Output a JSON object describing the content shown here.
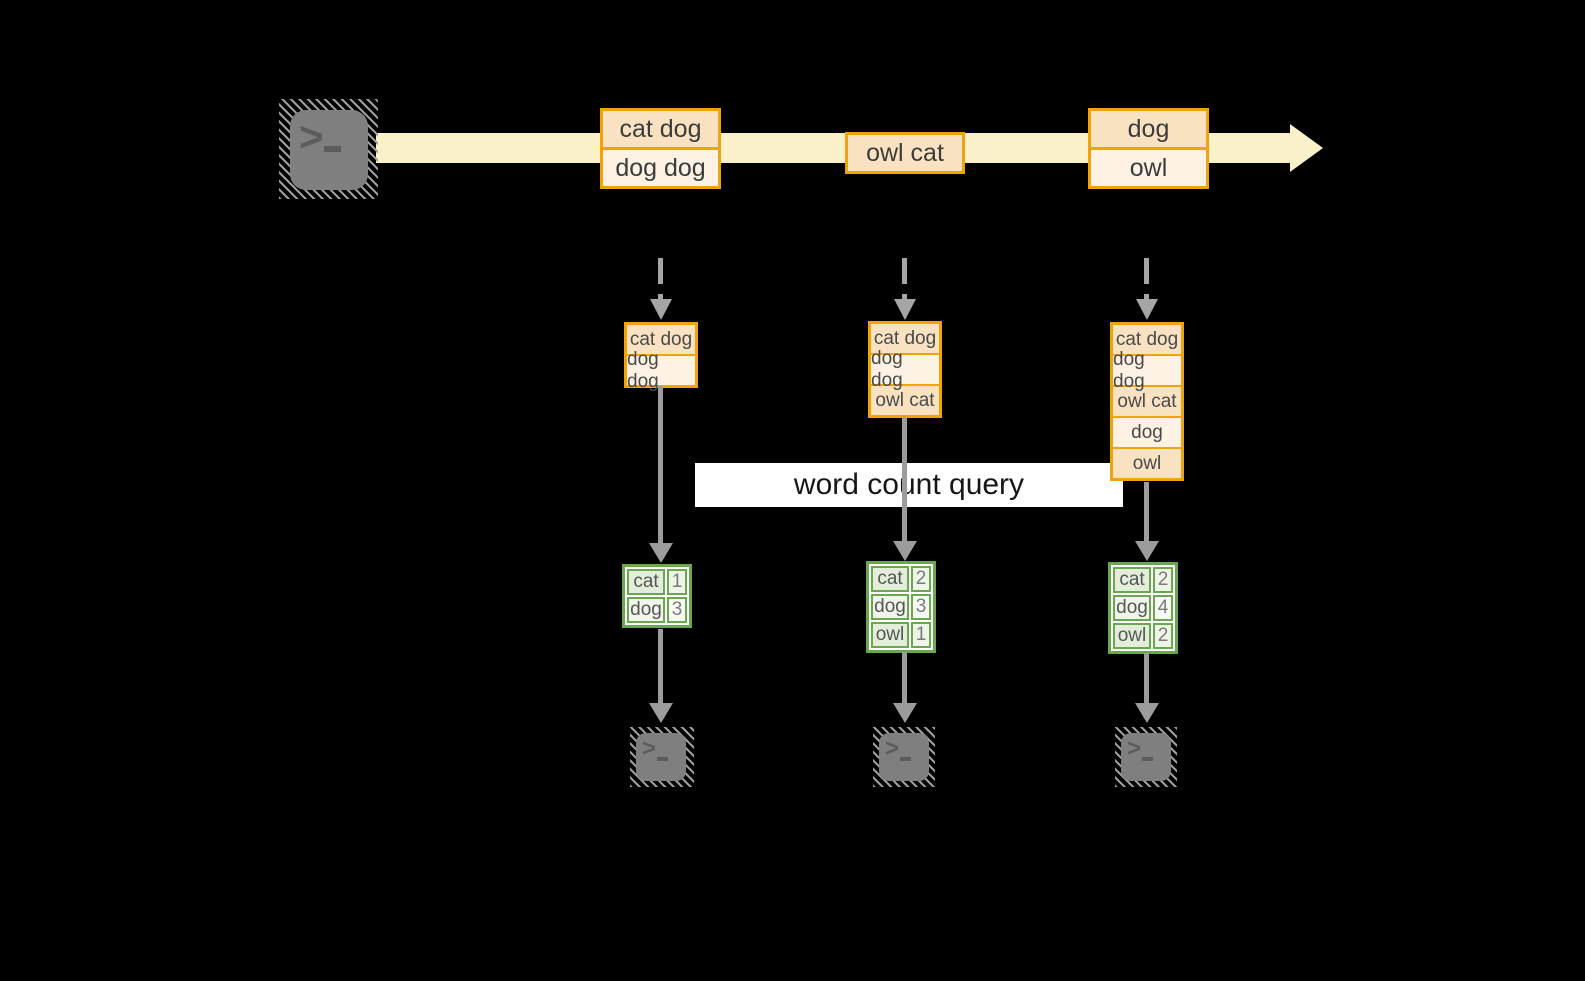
{
  "diagram": {
    "query_label": "word count query",
    "source": {
      "icon": "terminal-icon",
      "prompt_chevron": ">"
    },
    "stream": {
      "batches": [
        {
          "lines": [
            "cat dog",
            "dog dog"
          ]
        },
        {
          "lines": [
            "owl cat"
          ]
        },
        {
          "lines": [
            "dog",
            "owl"
          ]
        }
      ]
    },
    "columns": [
      {
        "stack_lines": [
          "cat dog",
          "dog dog"
        ],
        "counts": [
          {
            "word": "cat",
            "count": "1"
          },
          {
            "word": "dog",
            "count": "3"
          }
        ],
        "sink_icon": "terminal-icon"
      },
      {
        "stack_lines": [
          "cat dog",
          "dog dog",
          "owl cat"
        ],
        "counts": [
          {
            "word": "cat",
            "count": "2"
          },
          {
            "word": "dog",
            "count": "3"
          },
          {
            "word": "owl",
            "count": "1"
          }
        ],
        "sink_icon": "terminal-icon"
      },
      {
        "stack_lines": [
          "cat dog",
          "dog dog",
          "owl cat",
          "dog",
          "owl"
        ],
        "counts": [
          {
            "word": "cat",
            "count": "2"
          },
          {
            "word": "dog",
            "count": "4"
          },
          {
            "word": "owl",
            "count": "2"
          }
        ],
        "sink_icon": "terminal-icon"
      }
    ]
  },
  "colors": {
    "background": "#000000",
    "stream_band": "#faf0c9",
    "box_border": "#f0a30a",
    "box_fill_peach": "#f9e2c2",
    "box_fill_cream": "#fdf2e3",
    "table_border": "#6aa84f",
    "cell_word_odd": "#e3eeda",
    "cell_word_even": "#f0f5eb",
    "cell_num_odd": "#eef4e6",
    "cell_num_even": "#f7faf3",
    "connector_gray": "#9c9c9c",
    "dashed_gray": "#a5a5a5",
    "terminal_gray": "#7f7f7f",
    "banner_bg": "#ffffff"
  }
}
